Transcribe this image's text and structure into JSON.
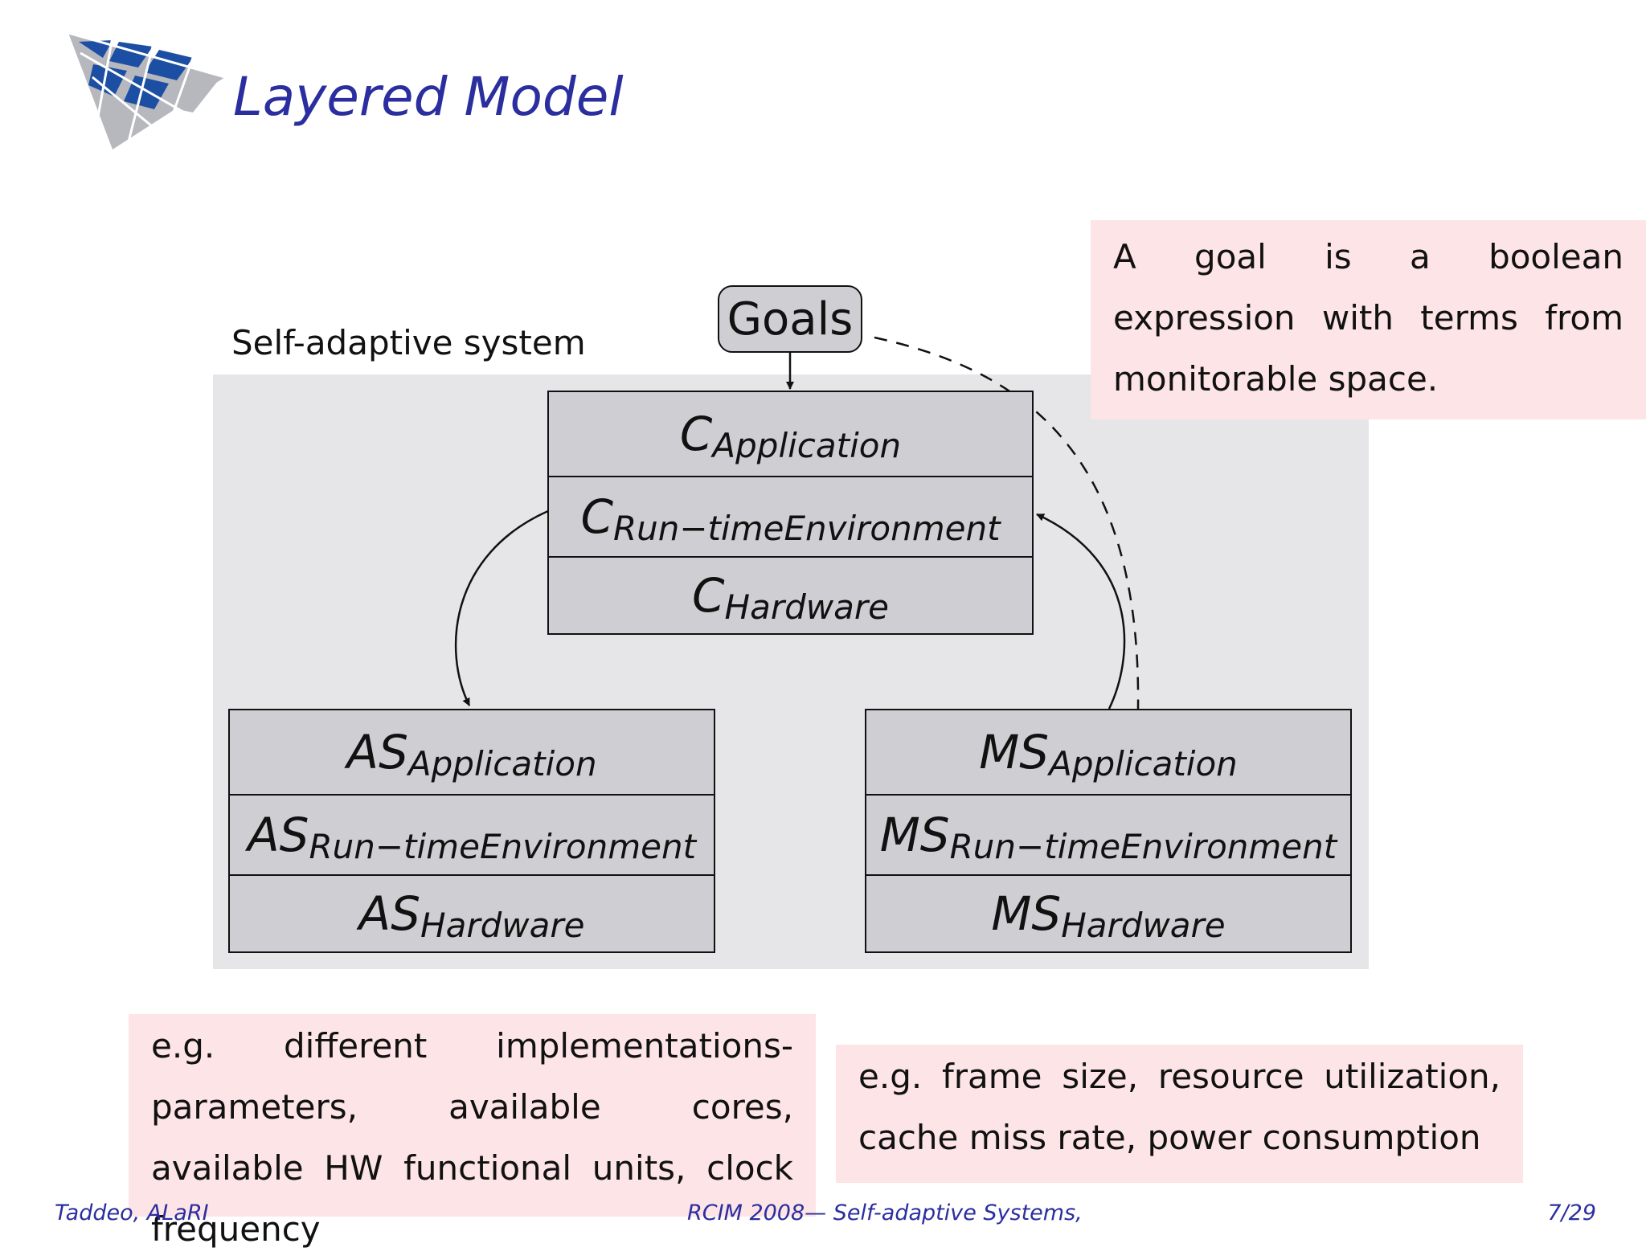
{
  "slide": {
    "title": "Layered Model"
  },
  "diagram": {
    "system_label": "Self-adaptive system",
    "goals_label": "Goals",
    "controller": [
      {
        "main": "C",
        "sub": "Application"
      },
      {
        "main": "C",
        "sub": "Run−timeEnvironment"
      },
      {
        "main": "C",
        "sub": "Hardware"
      }
    ],
    "adaptation_space": [
      {
        "main": "AS",
        "sub": "Application"
      },
      {
        "main": "AS",
        "sub": "Run−timeEnvironment"
      },
      {
        "main": "AS",
        "sub": "Hardware"
      }
    ],
    "monitoring_space": [
      {
        "main": "MS",
        "sub": "Application"
      },
      {
        "main": "MS",
        "sub": "Run−timeEnvironment"
      },
      {
        "main": "MS",
        "sub": "Hardware"
      }
    ]
  },
  "notes": {
    "goal": "A goal is a boolean expression with terms from monitorable space.",
    "adaptation": "e.g. different implementations-parameters, available cores, available HW functional units, clock frequency",
    "monitoring": "e.g. frame size, resource utilization, cache miss rate, power consumption"
  },
  "footer": {
    "author": "Taddeo, ALaRI",
    "talk": "RCIM 2008— Self-adaptive Systems,",
    "page": "7/29"
  },
  "colors": {
    "title": "#2b2e9f",
    "system_bg": "#e6e6e9",
    "box_fill": "#cfcfd3",
    "note_bg": "#fde4e6",
    "logo_blue": "#1c4fa3",
    "logo_gray": "#b6b8bd"
  }
}
